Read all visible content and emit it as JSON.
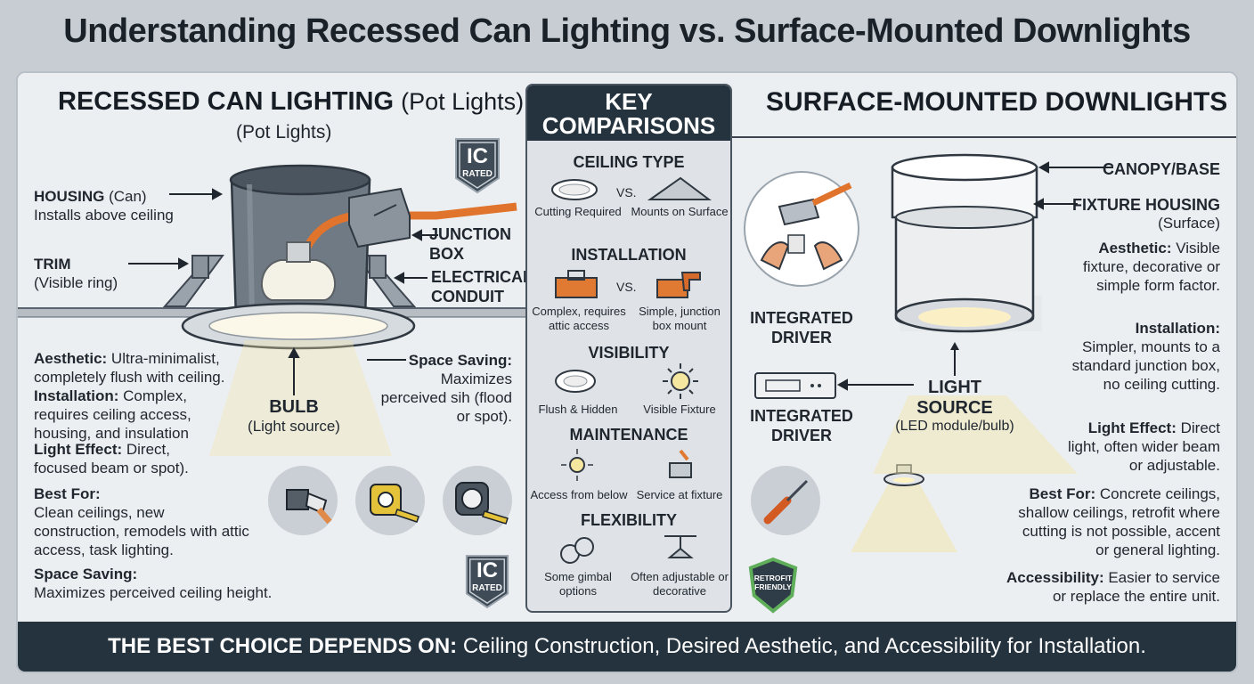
{
  "title": "Understanding Recessed Can Lighting vs. Surface-Mounted Downlights",
  "left": {
    "heading": "RECESSED CAN LIGHTING",
    "heading_sub": "(Pot Lights)",
    "heading_sub2": "(Pot Lights)",
    "housing_bold": "HOUSING",
    "housing_rest": " (Can)",
    "housing_line2": "Installs above ceiling",
    "trim_bold": "TRIM",
    "trim_line2": "(Visible ring)",
    "junction": "JUNCTION BOX",
    "conduit": "ELECTRICAL CONDUIT",
    "bulb": "BULB",
    "bulb_sub": "(Light source)",
    "space_saving_label": "Space Saving:",
    "space_saving_text": "Maximizes perceived sih (flood or spot).",
    "aesthetic_label": "Aesthetic:",
    "aesthetic_text": " Ultra-minimalist, completely flush with ceiling.",
    "installation_label": "Installation:",
    "installation_text": " Complex, requires ceiling access, housing, and insulation",
    "light_effect_label": "Light Effect:",
    "light_effect_text": " Direct, focused beam or spot).",
    "best_for_label": "Best For:",
    "best_for_text": "Clean ceilings, new construction, remodels with attic access, task lighting.",
    "space_label": "Space Saving:",
    "space_text": "Maximizes perceived ceiling height.",
    "badge_ic": "IC",
    "badge_rated": "RATED"
  },
  "middle": {
    "heading": "KEY COMPARISONS",
    "sections": [
      {
        "title": "CEILING TYPE",
        "left": "Cutting Required",
        "right": "Mounts on Surface"
      },
      {
        "title": "INSTALLATION",
        "left": "Complex, requires attic access",
        "right": "Simple, junction box mount"
      },
      {
        "title": "VISIBILITY",
        "left": "Flush & Hidden",
        "right": "Visible Fixture"
      },
      {
        "title": "MAINTENANCE",
        "left": "Access from below",
        "right": "Service at fixture"
      },
      {
        "title": "FLEXIBILITY",
        "left": "Some gimbal options",
        "right": "Often adjustable or decorative"
      }
    ],
    "vs": "VS."
  },
  "right": {
    "heading": "SURFACE-MOUNTED DOWNLIGHTS",
    "canopy": "CANOPY/BASE",
    "fixture_bold": "FIXTURE HOUSING",
    "fixture_sub": "(Surface)",
    "aesthetic_label": "Aesthetic:",
    "aesthetic_text": " Visible fixture, decorative or simple form factor.",
    "installation_label": "Installation:",
    "installation_text": "Simpler, mounts to a standard junction box, no ceiling cutting.",
    "light_effect_label": "Light Effect:",
    "light_effect_text": " Direct light, often wider beam or adjustable.",
    "best_for_label": "Best For:",
    "best_for_text": " Concrete ceilings, shallow ceilings, retrofit where cutting is not possible, accent or general lighting.",
    "access_label": "Accessibility:",
    "access_text": " Easier to service or replace the entire unit.",
    "integrated_driver_1": "INTEGRATED DRIVER",
    "integrated_driver_2": "INTEGRATED DRIVER",
    "light_source": "LIGHT SOURCE",
    "light_source_sub": "(LED module/bulb)",
    "retrofit_1": "RETROFIT",
    "retrofit_2": "FRIENDLY"
  },
  "footer": {
    "bold": "THE BEST CHOICE DEPENDS ON:",
    "rest": " Ceiling Construction, Desired Aesthetic, and Accessibility for Installation."
  }
}
